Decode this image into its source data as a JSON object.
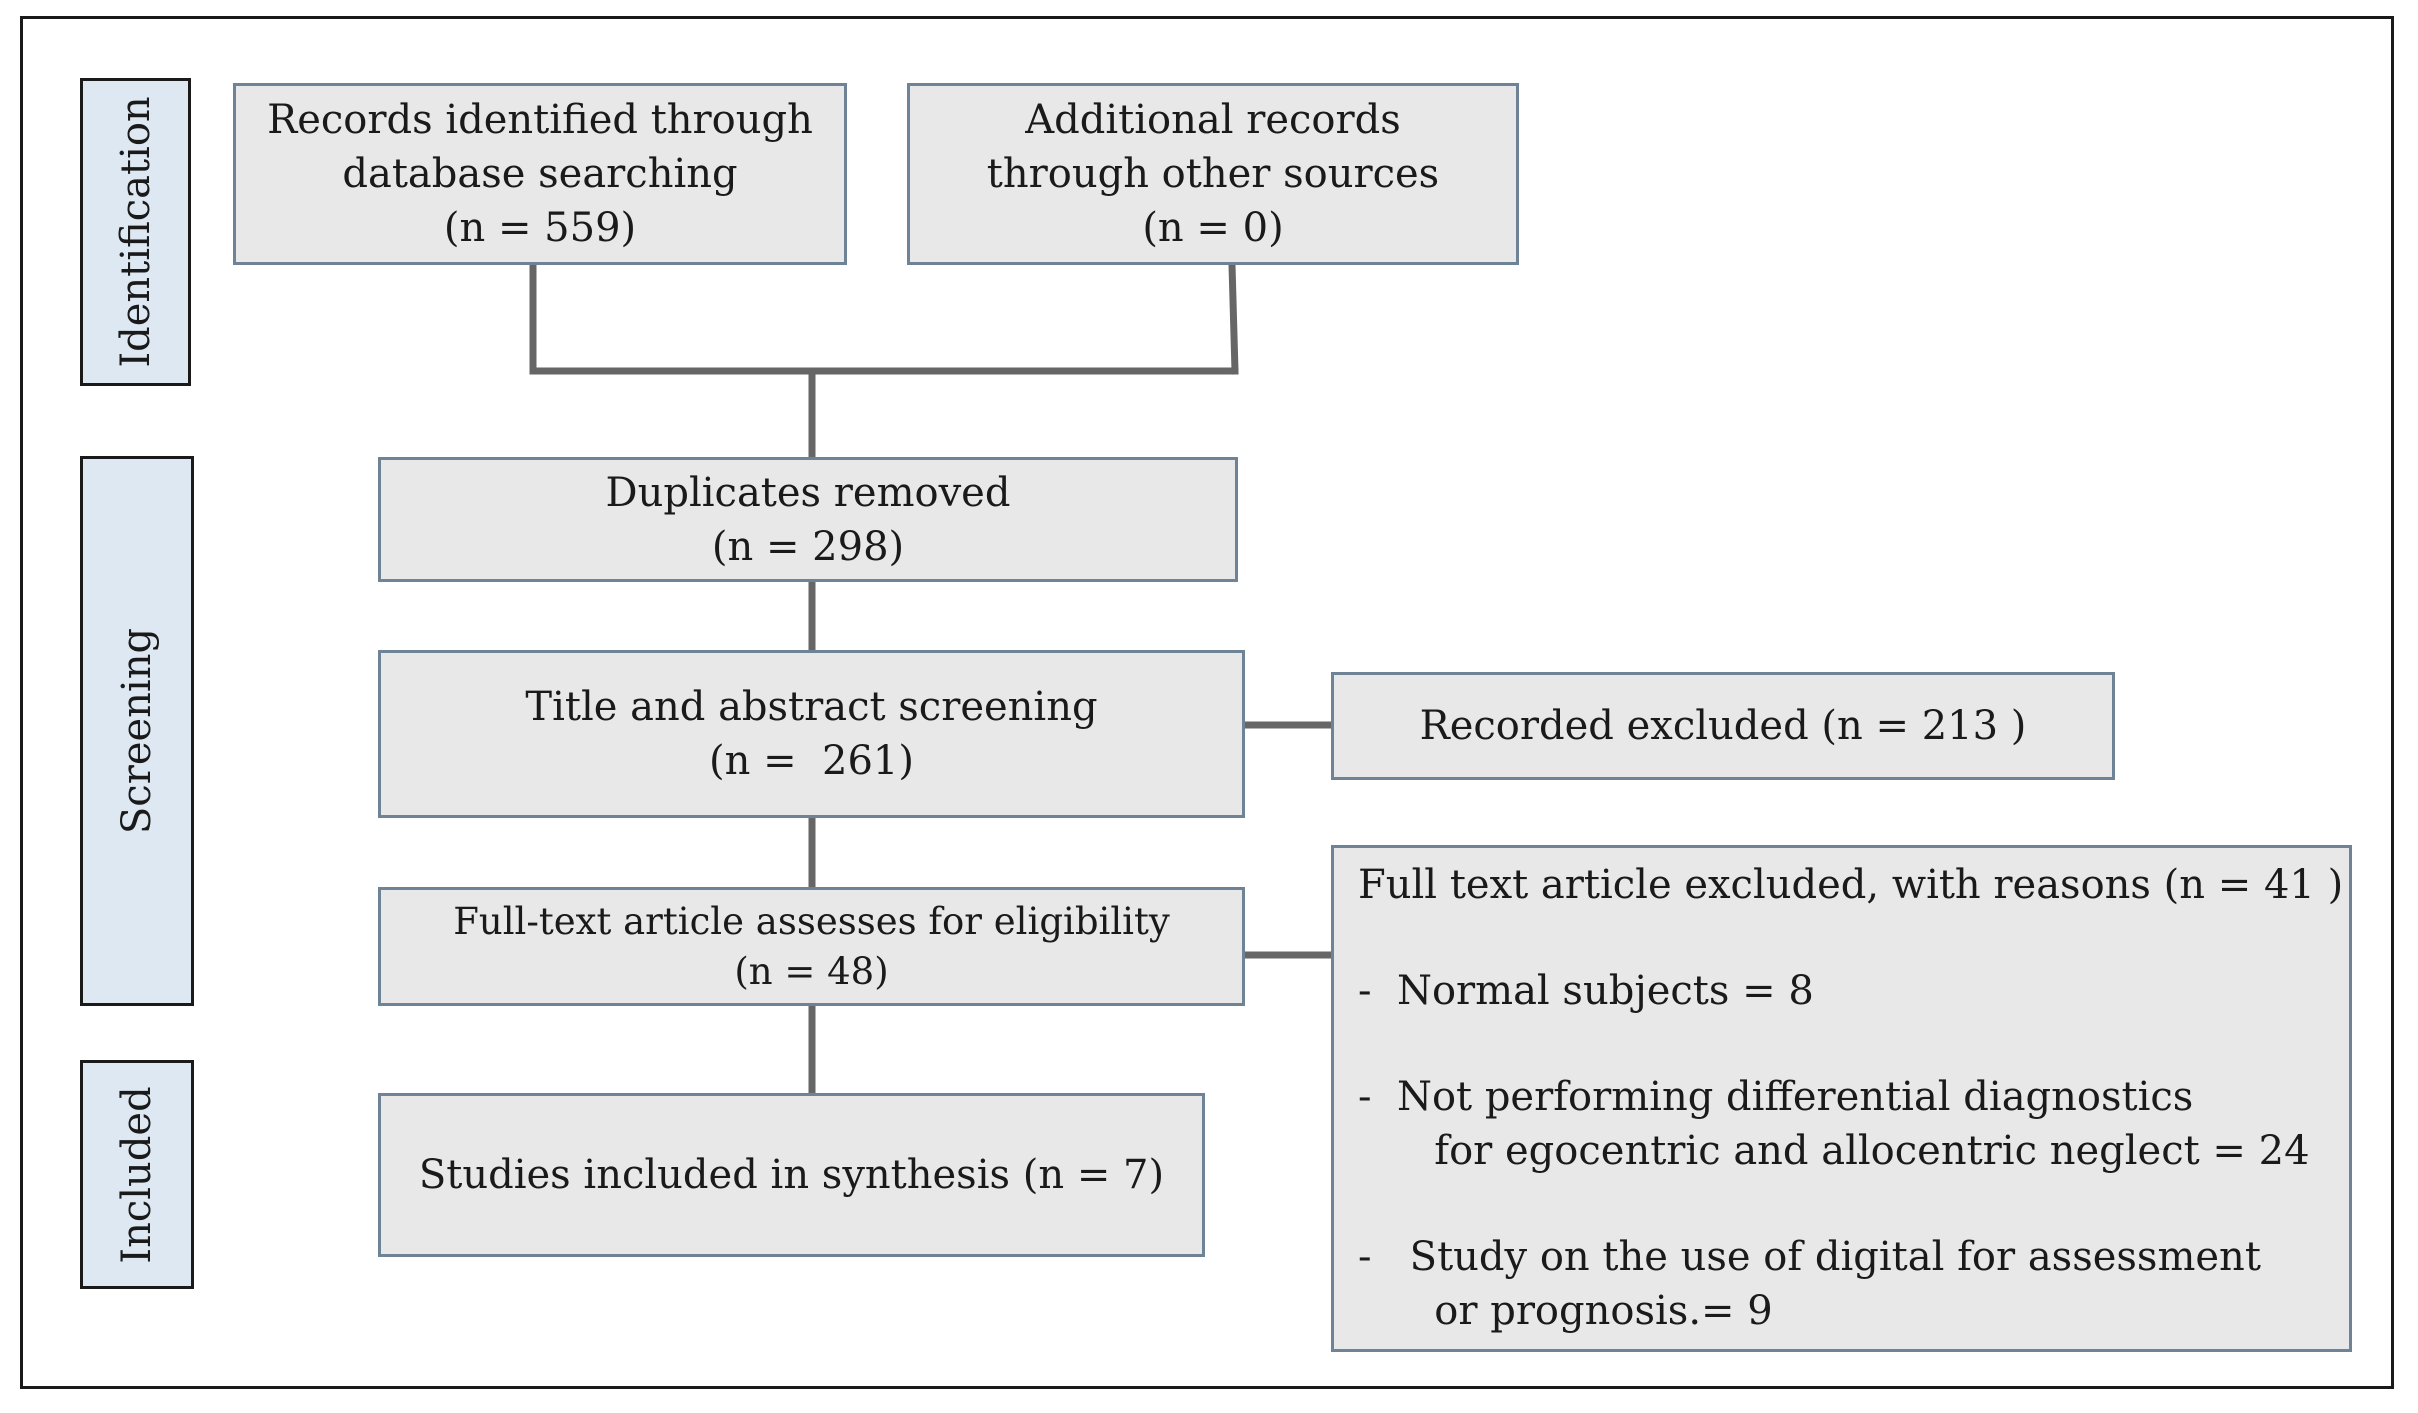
{
  "phases": {
    "identification": "Identification",
    "screening": "Screening",
    "included": "Included"
  },
  "boxes": {
    "database": {
      "line1": "Records identified through",
      "line2": "database searching",
      "line3": "(n = 559)"
    },
    "other_sources": {
      "line1": "Additional records",
      "line2": "through other sources",
      "line3": "(n = 0)"
    },
    "duplicates": {
      "line1": "Duplicates removed",
      "line2": "(n = 298)"
    },
    "title_abstract": {
      "line1": "Title and abstract screening",
      "line2": "(n =  261)"
    },
    "full_text": {
      "line1": "Full-text article assesses for eligibility",
      "line2": "(n = 48)"
    },
    "included": {
      "line1": "Studies included in synthesis (n = 7)"
    },
    "recorded_excluded": {
      "line1": "Recorded excluded (n = 213 )"
    },
    "full_text_excluded": {
      "heading": "Full text article excluded, with reasons (n = 41 )",
      "reason1": "-  Normal subjects = 8",
      "reason2_line1": "-  Not performing differential diagnostics",
      "reason2_line2": "      for egocentric and allocentric neglect = 24",
      "reason3_line1": "-   Study on the use of digital for assessment",
      "reason3_line2": "      or prognosis.= 9"
    }
  },
  "colors": {
    "phase_fill": "#dde8f3",
    "box_fill": "#e8e8e8",
    "box_border": "#6f8397",
    "connector": "#666666"
  }
}
